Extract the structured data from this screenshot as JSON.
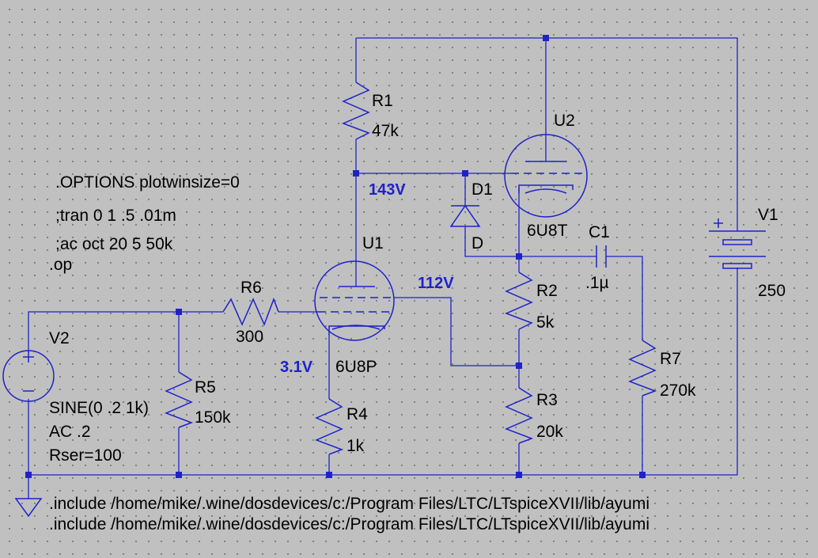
{
  "colors": {
    "wire": "#1e22c8",
    "net_label": "#1e22c8",
    "text": "#000000",
    "background": "#c0c0c0"
  },
  "components": {
    "R1": {
      "name": "R1",
      "value": "47k"
    },
    "R2": {
      "name": "R2",
      "value": "5k"
    },
    "R3": {
      "name": "R3",
      "value": "20k"
    },
    "R4": {
      "name": "R4",
      "value": "1k"
    },
    "R5": {
      "name": "R5",
      "value": "150k"
    },
    "R6": {
      "name": "R6",
      "value": "300"
    },
    "R7": {
      "name": "R7",
      "value": "270k"
    },
    "C1": {
      "name": "C1",
      "value": ".1µ"
    },
    "D1": {
      "name": "D1",
      "value": "D"
    },
    "U1": {
      "name": "U1",
      "value": "6U8P"
    },
    "U2": {
      "name": "U2",
      "value": "6U8T"
    },
    "V1": {
      "name": "V1",
      "value": "250"
    },
    "V2": {
      "name": "V2",
      "line1": "SINE(0 .2 1k)",
      "line2": "AC .2",
      "line3": "Rser=100"
    }
  },
  "net_labels": {
    "plate1": "143V",
    "screen1": "112V",
    "cathode1": "3.1V"
  },
  "directives": {
    "options": ".OPTIONS plotwinsize=0",
    "tran": ";tran 0 1 .5 .01m",
    "ac": ";ac oct 20 5 50k",
    "op": ".op",
    "include1": ".include /home/mike/.wine/dosdevices/c:/Program Files/LTC/LTspiceXVII/lib/ayumi",
    "include2": ".include /home/mike/.wine/dosdevices/c:/Program Files/LTC/LTspiceXVII/lib/ayumi"
  }
}
